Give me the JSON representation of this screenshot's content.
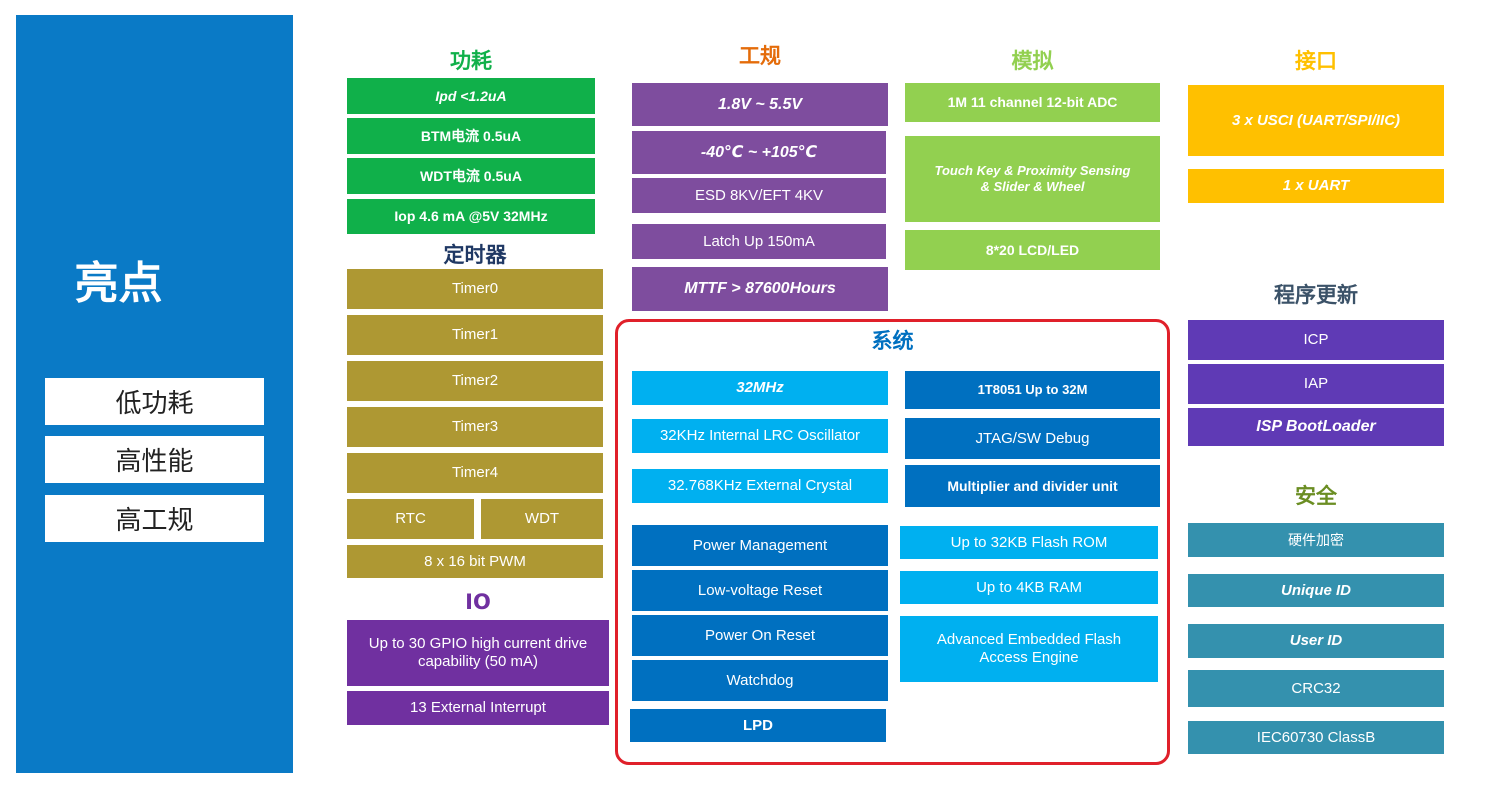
{
  "colors": {
    "left_panel": "#0a7ac6",
    "power_green": "#10b04a",
    "timer_olive": "#ae9833",
    "io_purple": "#7030a0",
    "industrial_purple": "#7e4d9e",
    "analog_green": "#92d050",
    "interface_gold": "#ffc000",
    "system_cyan": "#00b0f0",
    "system_blue": "#0070c0",
    "update_violet": "#5f3ab5",
    "security_teal": "#3491ae",
    "system_border_red": "#e0202a"
  },
  "left": {
    "title": "亮点",
    "items": [
      "低功耗",
      "高性能",
      "高工规"
    ]
  },
  "power": {
    "title": "功耗",
    "items": [
      "Ipd <1.2uA",
      "BTM电流 0.5uA",
      "WDT电流 0.5uA",
      "Iop 4.6 mA @5V 32MHz"
    ]
  },
  "timer": {
    "title": "定时器",
    "items": [
      "Timer0",
      "Timer1",
      "Timer2",
      "Timer3",
      "Timer4"
    ],
    "rtc": "RTC",
    "wdt": "WDT",
    "pwm": "8 x 16 bit PWM"
  },
  "io": {
    "title": "IO",
    "gpio": "Up to 30 GPIO high current drive capability (50 mA)",
    "interrupt": "13  External Interrupt"
  },
  "industrial": {
    "title": "工规",
    "items": [
      "1.8V ~  5.5V",
      "-40℃ ~ +105℃",
      "ESD 8KV/EFT 4KV",
      "Latch Up 150mA",
      "MTTF > 87600Hours"
    ]
  },
  "analog": {
    "title": "模拟",
    "adc": "1M 11 channel 12-bit ADC",
    "touch": "Touch Key & Proximity Sensing & Slider & Wheel",
    "lcd": "8*20 LCD/LED"
  },
  "interface": {
    "title": "接口",
    "usci": "3 x USCI  (UART/SPI/IIC)",
    "uart": "1 x UART"
  },
  "system": {
    "title": "系统",
    "left": [
      "32MHz",
      "32KHz Internal LRC Oscillator",
      "32.768KHz External  Crystal",
      "Power Management",
      "Low-voltage Reset",
      "Power On Reset",
      "Watchdog",
      "LPD"
    ],
    "right": [
      "1T8051 Up to 32M",
      "JTAG/SW Debug",
      "Multiplier and divider unit",
      "Up to 32KB Flash ROM",
      "Up to 4KB RAM",
      "Advanced Embedded Flash Access Engine"
    ]
  },
  "update": {
    "title": "程序更新",
    "items": [
      "ICP",
      "IAP",
      "ISP BootLoader"
    ]
  },
  "security": {
    "title": "安全",
    "items": [
      "硬件加密",
      "Unique ID",
      "User ID",
      "CRC32",
      "IEC60730 ClassB"
    ]
  }
}
